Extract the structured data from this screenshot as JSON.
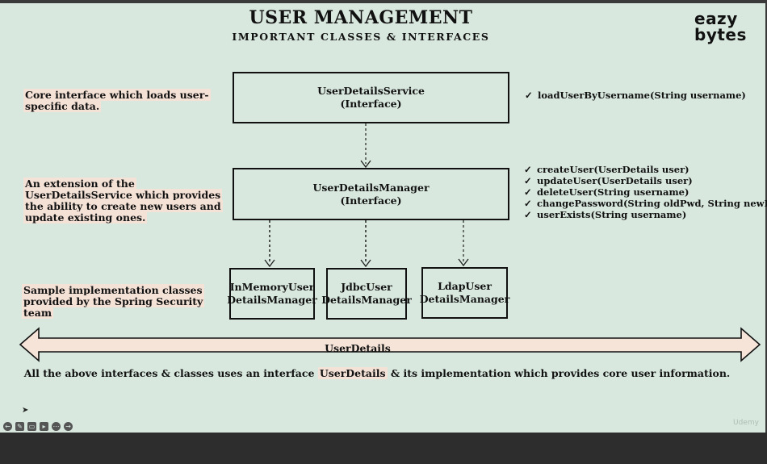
{
  "title": "USER MANAGEMENT",
  "subtitle": "IMPORTANT CLASSES & INTERFACES",
  "logo": {
    "line1": "eazy",
    "line2": "bytes"
  },
  "notes": [
    "Core interface which loads user-specific data.",
    "An extension of  the UserDetailsService which provides the ability to create new users and update existing ones.",
    "Sample implementation classes provided by the Spring Security team"
  ],
  "boxes": {
    "uds": {
      "line1": "UserDetailsService",
      "line2": "(Interface)"
    },
    "udm": {
      "line1": "UserDetailsManager",
      "line2": "(Interface)"
    },
    "inmemory": {
      "line1": "InMemoryUser",
      "line2": "DetailsManager"
    },
    "jdbc": {
      "line1": "JdbcUser",
      "line2": "DetailsManager"
    },
    "ldap": {
      "line1": "LdapUser",
      "line2": "DetailsManager"
    }
  },
  "check_glyph": "✓",
  "uds_methods": [
    "loadUserByUsername(String username)"
  ],
  "udm_methods": [
    "createUser(UserDetails user)",
    "updateUser(UserDetails user)",
    "deleteUser(String username)",
    "changePassword(String oldPwd, String newPwd)",
    "userExists(String username)"
  ],
  "user_details_label": "UserDetails",
  "footer": {
    "before": "All the above interfaces & classes uses an interface ",
    "highlight": "UserDetails",
    "after": " & its implementation which provides core user information."
  },
  "watermark": "Udemy",
  "colors": {
    "background": "#d8e8de",
    "highlight": "#f4e2d7",
    "arrow_fill": "#f6e4d8"
  }
}
